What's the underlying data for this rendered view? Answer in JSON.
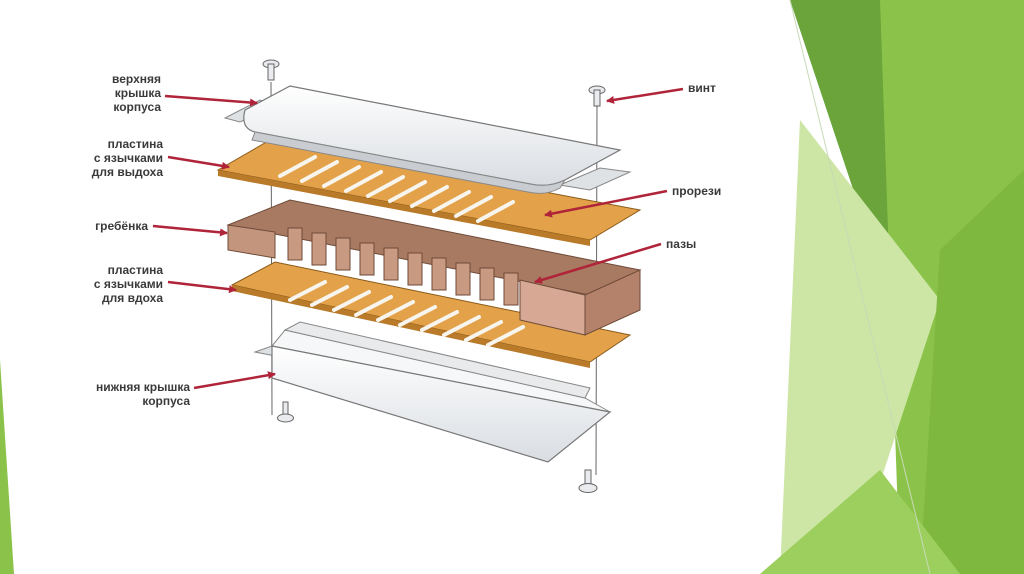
{
  "colors": {
    "accent_green": "#8bc34a",
    "dark_green": "#5e9a2e",
    "light_green": "#cde6a6",
    "arrow": "#b0243a",
    "plate": "#e3a24a",
    "comb": "#b98a72",
    "cover": "#eceff2"
  },
  "labels": {
    "top_cover": [
      "верхняя",
      "крышка",
      "корпуса"
    ],
    "exhale_plate": [
      "пластина",
      "с язычками",
      "для выдоха"
    ],
    "comb": [
      "гребёнка"
    ],
    "inhale_plate": [
      "пластина",
      "с язычками",
      "для вдоха"
    ],
    "bottom_cover": [
      "нижняя крышка",
      "корпуса"
    ],
    "screw": [
      "винт"
    ],
    "slots": [
      "прорези"
    ],
    "grooves": [
      "пазы"
    ]
  }
}
